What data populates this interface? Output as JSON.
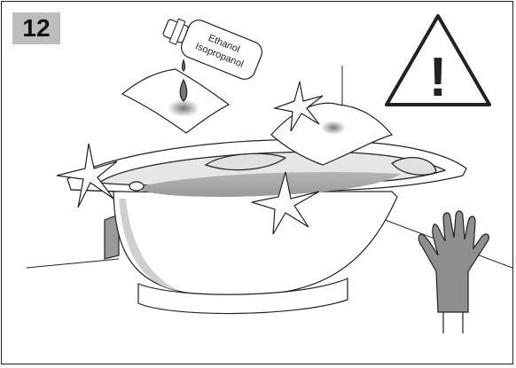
{
  "step": {
    "number": "12"
  },
  "bottle": {
    "label_line1": "Ethanol",
    "label_line2": "Isopropanol"
  },
  "warning": {
    "symbol": "!"
  },
  "icons": [
    "warning-triangle-icon",
    "glove-icon",
    "bottle-icon",
    "sparkle-icon"
  ],
  "colors": {
    "badge": "#bdbdbd",
    "tub_fill": "#aaaaaa",
    "glove": "#8f8f8f"
  }
}
